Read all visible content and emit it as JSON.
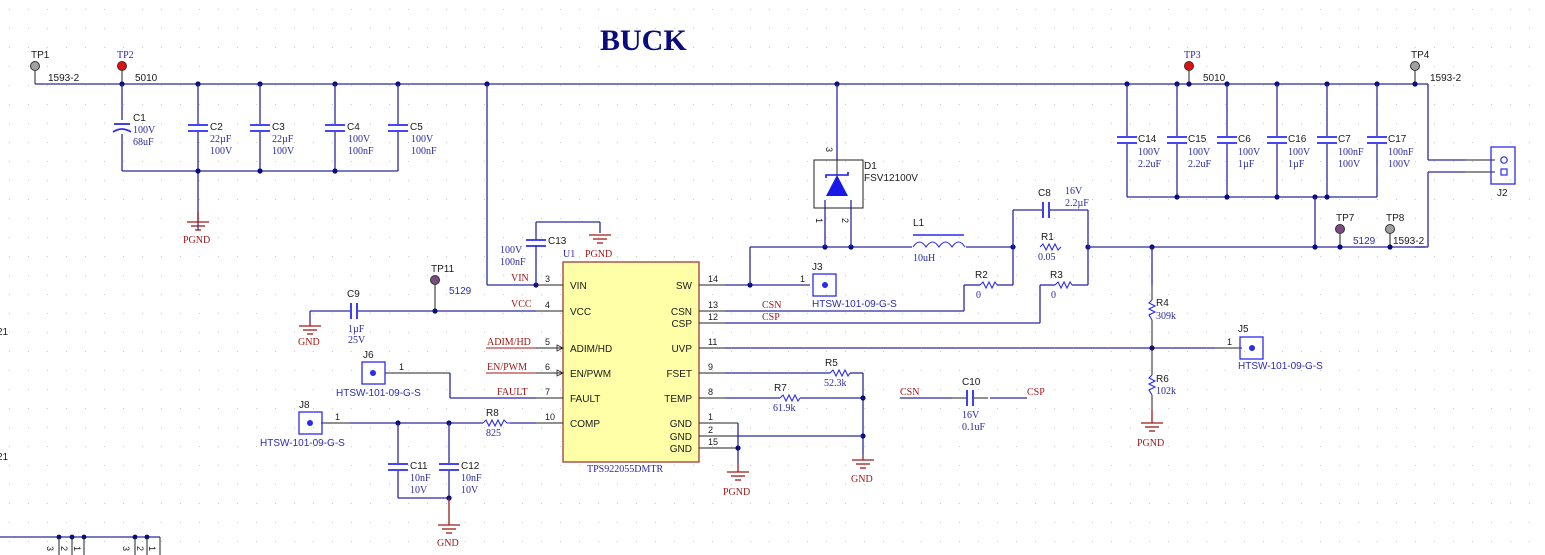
{
  "title": "BUCK",
  "test_points": [
    {
      "ref": "TP1",
      "pn": "1593-2",
      "color": "#a0a0a0"
    },
    {
      "ref": "TP2",
      "pn": "5010",
      "color": "#e01010"
    },
    {
      "ref": "TP3",
      "pn": "5010",
      "color": "#e01010"
    },
    {
      "ref": "TP4",
      "pn": "1593-2",
      "color": "#a0a0a0"
    },
    {
      "ref": "TP7",
      "pn": "5129",
      "color": "#7a4a80"
    },
    {
      "ref": "TP8",
      "pn": "1593-2",
      "color": "#a0a0a0"
    },
    {
      "ref": "TP11",
      "pn": "5129",
      "color": "#7a4a80"
    }
  ],
  "capacitors": [
    {
      "ref": "C1",
      "line1": "100V",
      "line2": "68uF"
    },
    {
      "ref": "C2",
      "line1": "22µF",
      "line2": "100V"
    },
    {
      "ref": "C3",
      "line1": "22µF",
      "line2": "100V"
    },
    {
      "ref": "C4",
      "line1": "100V",
      "line2": "100nF"
    },
    {
      "ref": "C5",
      "line1": "100V",
      "line2": "100nF"
    },
    {
      "ref": "C6",
      "line1": "100V",
      "line2": "1µF"
    },
    {
      "ref": "C7",
      "line1": "100nF",
      "line2": "100V"
    },
    {
      "ref": "C8",
      "line1": "16V",
      "line2": "2.2µF"
    },
    {
      "ref": "C9",
      "line1": "1µF",
      "line2": "25V"
    },
    {
      "ref": "C10",
      "line1": "16V",
      "line2": "0.1uF"
    },
    {
      "ref": "C11",
      "line1": "10nF",
      "line2": "10V"
    },
    {
      "ref": "C12",
      "line1": "10nF",
      "line2": "10V"
    },
    {
      "ref": "C13",
      "line1": "100V",
      "line2": "100nF"
    },
    {
      "ref": "C14",
      "line1": "100V",
      "line2": "2.2uF"
    },
    {
      "ref": "C15",
      "line1": "100V",
      "line2": "2.2uF"
    },
    {
      "ref": "C16",
      "line1": "100V",
      "line2": "1µF"
    },
    {
      "ref": "C17",
      "line1": "100nF",
      "line2": "100V"
    }
  ],
  "resistors": [
    {
      "ref": "R1",
      "value": "0.05"
    },
    {
      "ref": "R2",
      "value": "0"
    },
    {
      "ref": "R3",
      "value": "0"
    },
    {
      "ref": "R4",
      "value": "309k"
    },
    {
      "ref": "R5",
      "value": "52.3k"
    },
    {
      "ref": "R6",
      "value": "102k"
    },
    {
      "ref": "R7",
      "value": "61.9k"
    },
    {
      "ref": "R8",
      "value": "825"
    }
  ],
  "inductor": {
    "ref": "L1",
    "value": "10uH"
  },
  "diode": {
    "ref": "D1",
    "part": "FSV12100V",
    "pins": [
      "3",
      "1",
      "2"
    ]
  },
  "connectors": [
    {
      "ref": "J2",
      "part": ""
    },
    {
      "ref": "J3",
      "part": "HTSW-101-09-G-S",
      "pin": "1"
    },
    {
      "ref": "J5",
      "part": "HTSW-101-09-G-S",
      "pin": "1"
    },
    {
      "ref": "J6",
      "part": "HTSW-101-09-G-S",
      "pin": "1"
    },
    {
      "ref": "J8",
      "part": "HTSW-101-09-G-S",
      "pin": "1"
    }
  ],
  "ic": {
    "ref": "U1",
    "part": "TPS922055DMTR",
    "left_pins": [
      {
        "num": "3",
        "name": "VIN",
        "net": "VIN"
      },
      {
        "num": "4",
        "name": "VCC",
        "net": "VCC"
      },
      {
        "num": "5",
        "name": "ADIM/HD",
        "net": "ADIM/HD"
      },
      {
        "num": "6",
        "name": "EN/PWM",
        "net": "EN/PWM"
      },
      {
        "num": "7",
        "name": "FAULT",
        "net": "FAULT"
      },
      {
        "num": "10",
        "name": "COMP",
        "net": ""
      }
    ],
    "right_pins": [
      {
        "num": "14",
        "name": "SW"
      },
      {
        "num": "13",
        "name": "CSN"
      },
      {
        "num": "12",
        "name": "CSP"
      },
      {
        "num": "11",
        "name": "UVP"
      },
      {
        "num": "9",
        "name": "FSET"
      },
      {
        "num": "8",
        "name": "TEMP"
      },
      {
        "num": "1",
        "name": "GND"
      },
      {
        "num": "2",
        "name": "GND"
      },
      {
        "num": "15",
        "name": "GND"
      }
    ]
  },
  "net_labels": {
    "csn": "CSN",
    "csp": "CSP"
  },
  "grounds": {
    "pgnd": "PGND",
    "gnd": "GND"
  },
  "offpage": {
    "label_a": "21",
    "label_b": "21",
    "pins": [
      "3",
      "2",
      "1"
    ]
  }
}
